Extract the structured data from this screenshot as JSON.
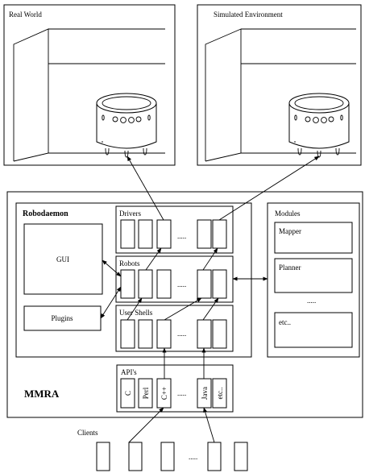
{
  "panels": {
    "real_world": "Real World",
    "simulated": "Simulated Environment"
  },
  "robodaemon": {
    "title": "Robodaemon",
    "gui": "GUI",
    "plugins": "Plugins",
    "drivers": "Drivers",
    "robots": "Robots",
    "user_shells": "User Shells",
    "ellipsis": "....."
  },
  "modules": {
    "title": "Modules",
    "items": [
      "Mapper",
      "Planner",
      "etc.."
    ],
    "ellipsis": "....."
  },
  "mmra": "MMRA",
  "apis": {
    "title": "API's",
    "langs": [
      "C",
      "Perl",
      "C++",
      "Java",
      "etc.."
    ],
    "ellipsis": "....."
  },
  "clients": {
    "title": "Clients",
    "ellipsis": "....."
  }
}
